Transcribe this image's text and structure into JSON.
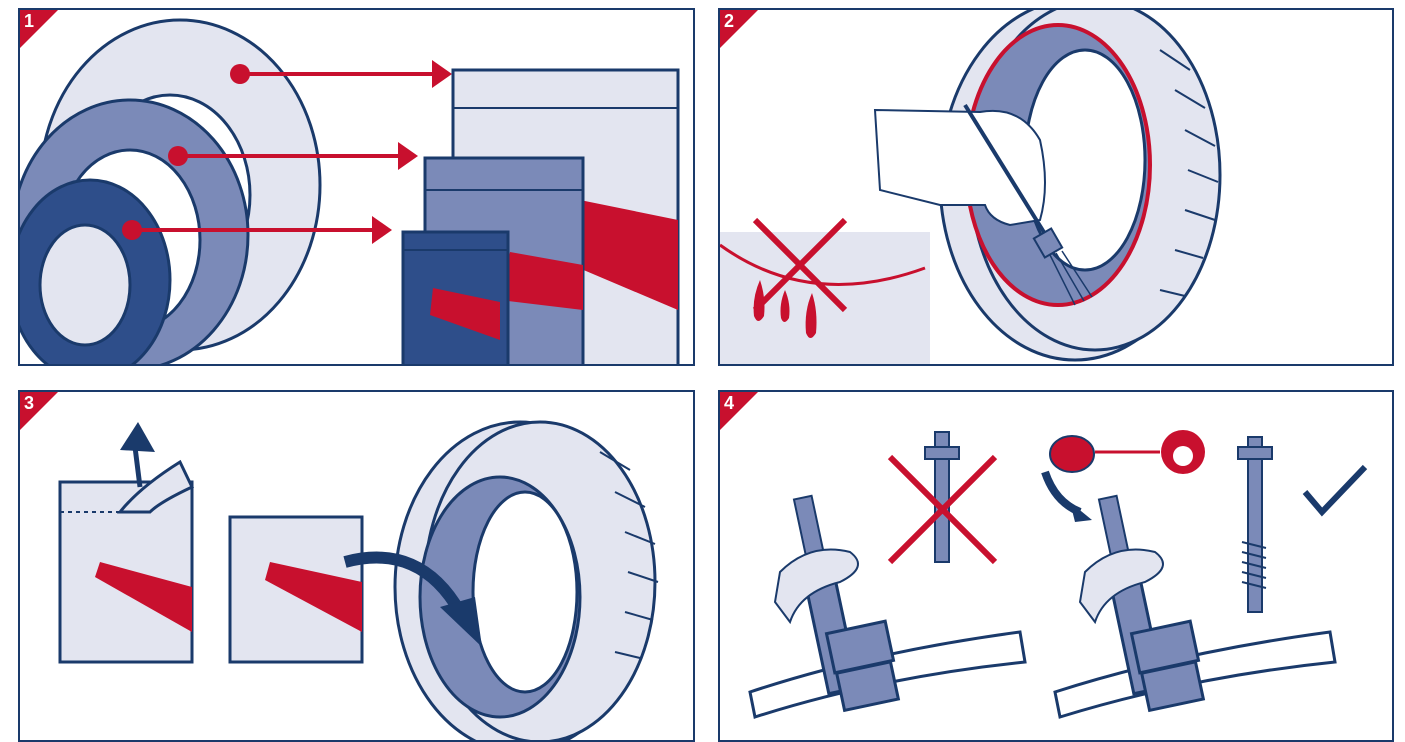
{
  "steps": [
    {
      "number": "1"
    },
    {
      "number": "2"
    },
    {
      "number": "3"
    },
    {
      "number": "4"
    }
  ],
  "colors": {
    "outline": "#1a3a6b",
    "red": "#c8102e",
    "pale_blue": "#e3e5f0",
    "mid_blue": "#7b8ab8",
    "dark_blue": "#2e4e8a",
    "white": "#ffffff"
  },
  "icons": [
    "tape-roll-large-icon",
    "tape-roll-medium-icon",
    "tape-roll-small-icon",
    "patch-large-icon",
    "patch-medium-icon",
    "patch-small-icon",
    "tire-icon",
    "hand-with-brush-icon",
    "no-drip-icon",
    "patch-peel-icon",
    "patch-insert-arrow-icon",
    "valve-icon",
    "valve-cap-icon",
    "valve-core-tool-icon",
    "checkmark-icon",
    "cross-icon"
  ]
}
